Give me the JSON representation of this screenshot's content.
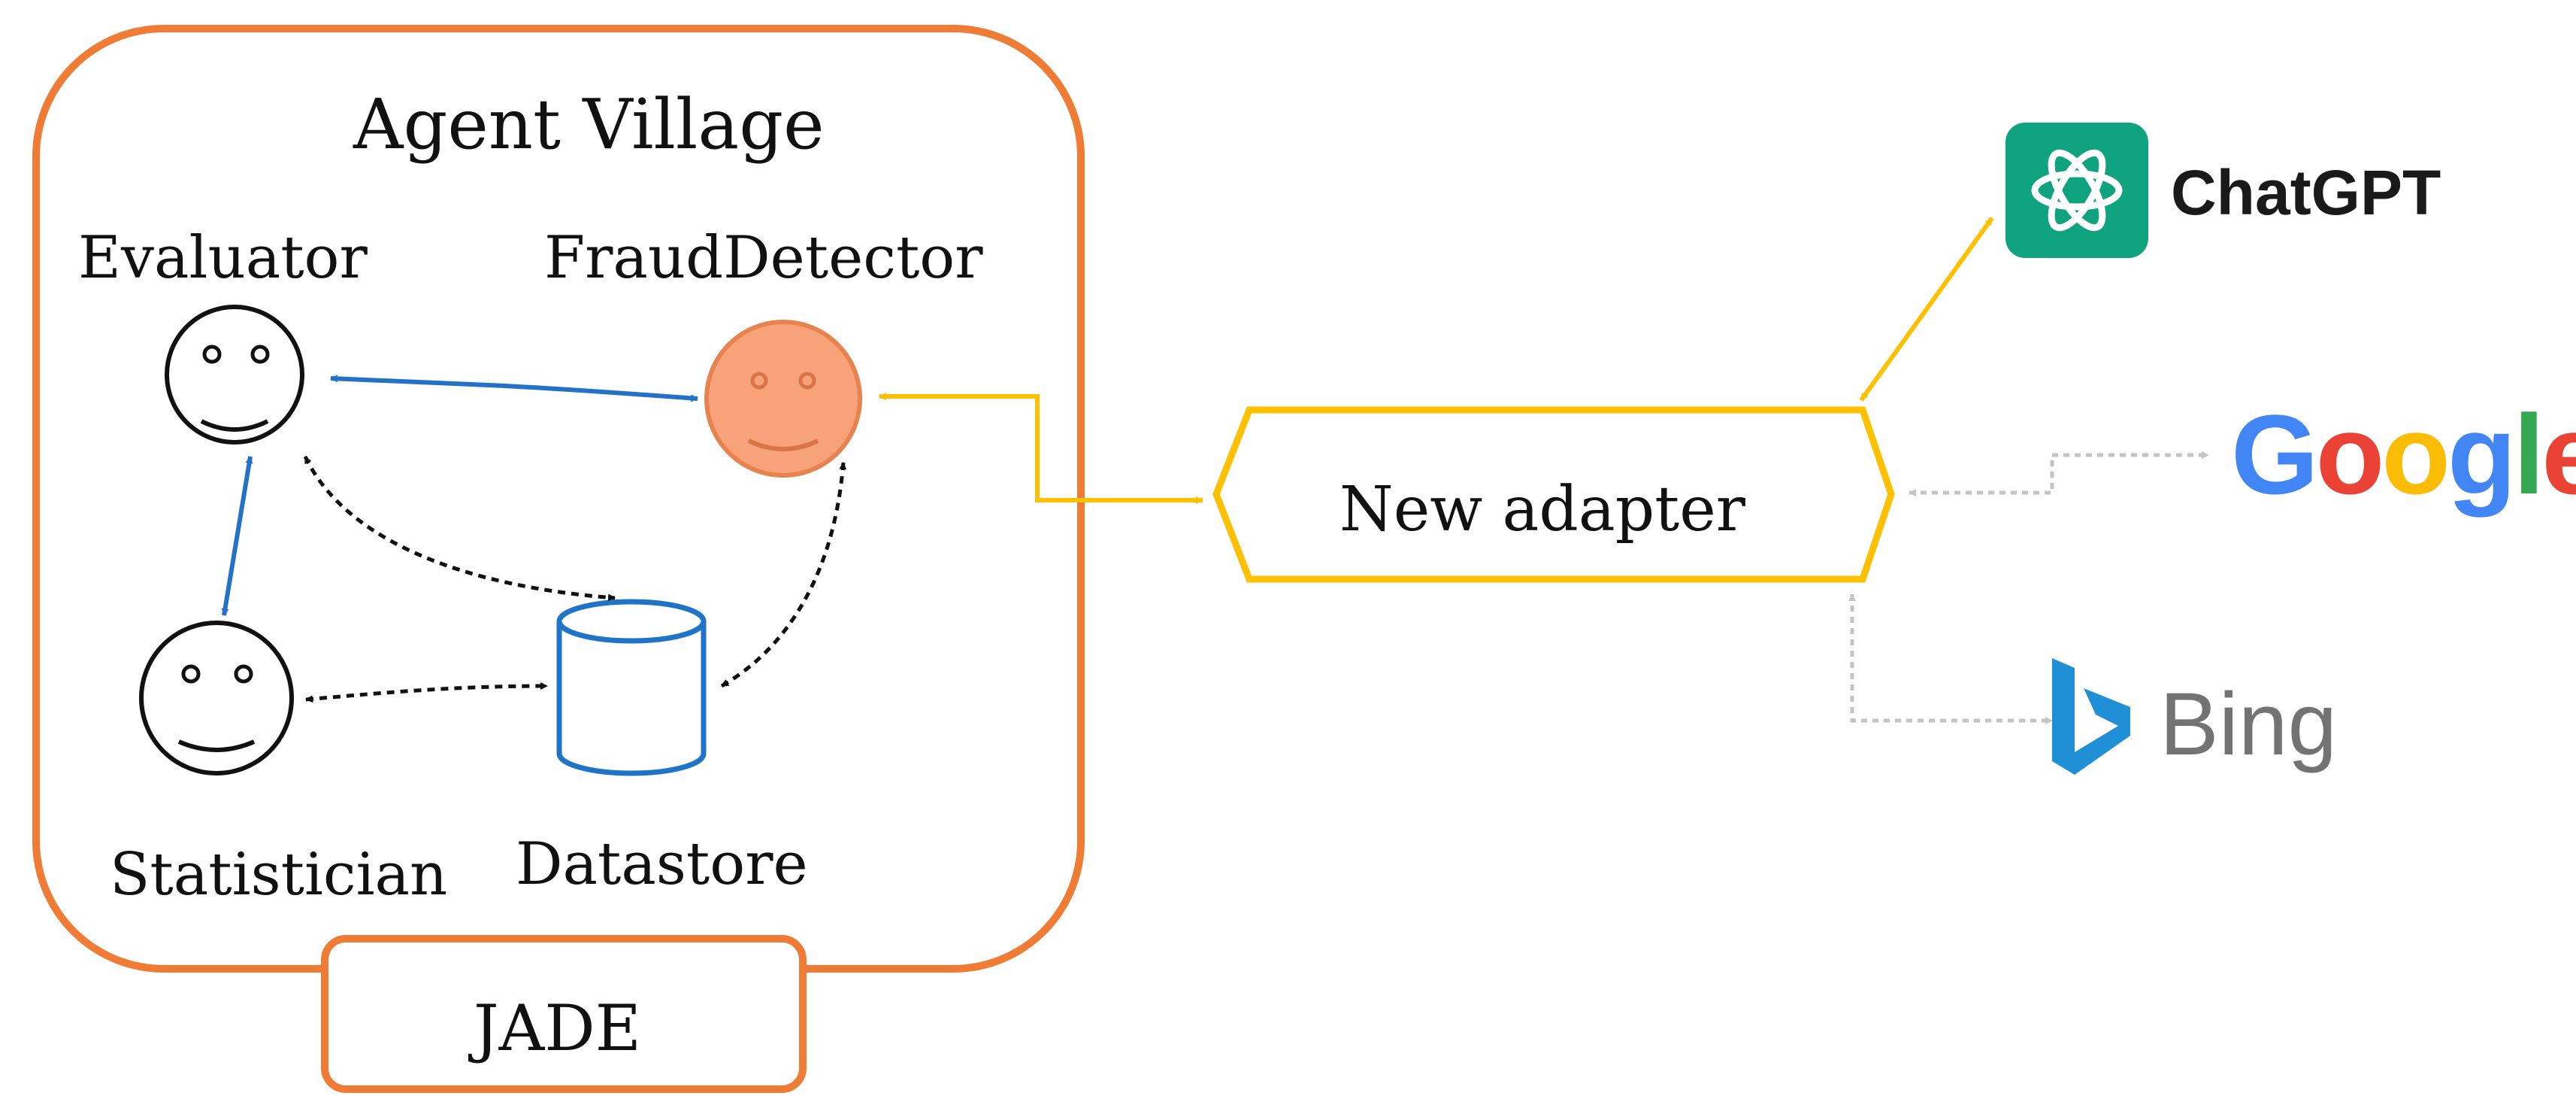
{
  "diagram": {
    "container_title": "Agent Village",
    "platform_label": "JADE",
    "agents": {
      "evaluator": "Evaluator",
      "fraud_detector": "FraudDetector",
      "statistician": "Statistician",
      "datastore": "Datastore"
    },
    "adapter_label": "New adapter",
    "services": {
      "chatgpt": "ChatGPT",
      "google": [
        "G",
        "o",
        "o",
        "g",
        "l",
        "e"
      ],
      "bing": "Bing"
    }
  },
  "colors": {
    "container_border": "#f07b34",
    "fraud_fill": "#f8a27a",
    "fraud_stroke": "#e8824f",
    "blue_arrow": "#2472c8",
    "adapter_yellow": "#ffc000",
    "gray_arrow": "#bdbdbd",
    "datastore_blue": "#1f74c7",
    "chatgpt_green": "#10a37f",
    "google": [
      "#4285F4",
      "#EA4335",
      "#FBBC05",
      "#4285F4",
      "#34A853",
      "#EA4335"
    ],
    "bing_blue": "#1f8fd6"
  },
  "icons": [
    "smiley-face-icon",
    "database-icon",
    "chatgpt-logo-icon",
    "google-logo-icon",
    "bing-logo-icon"
  ]
}
